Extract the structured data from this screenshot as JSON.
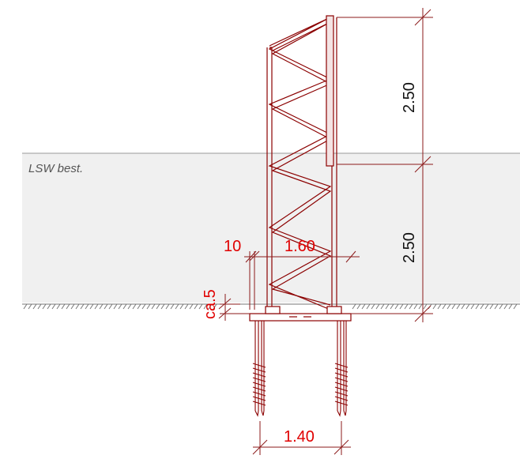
{
  "area_label": "LSW best.",
  "dimensions": {
    "upper_height": "2.50",
    "lower_height": "2.50",
    "offset": "10",
    "truss_width": "1.60",
    "embed_depth": "ca.5",
    "screw_spacing": "1.40"
  },
  "colors": {
    "structure": "#8b0000",
    "dimension_line": "#8b1a1a",
    "dimension_text": "#e00000",
    "band_fill": "#f0f0f0",
    "band_edge": "#9a9a9a",
    "ground": "#777777"
  }
}
